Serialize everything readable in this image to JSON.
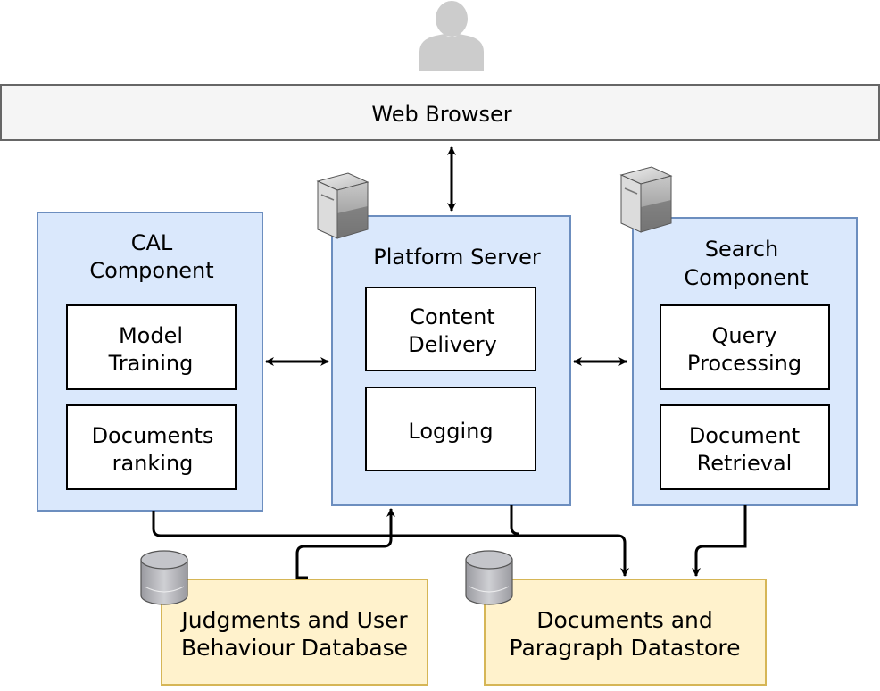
{
  "browser": {
    "label": "Web Browser"
  },
  "cal": {
    "title_line1": "CAL",
    "title_line2": "Component",
    "box1_line1": "Model",
    "box1_line2": "Training",
    "box2_line1": "Documents",
    "box2_line2": "ranking"
  },
  "platform": {
    "title": "Platform Server",
    "box1_line1": "Content",
    "box1_line2": "Delivery",
    "box2_line1": "Logging"
  },
  "search": {
    "title_line1": "Search",
    "title_line2": "Component",
    "box1_line1": "Query",
    "box1_line2": "Processing",
    "box2_line1": "Document",
    "box2_line2": "Retrieval"
  },
  "db_judgments": {
    "line1": "Judgments and User",
    "line2": "Behaviour Database"
  },
  "db_documents": {
    "line1": "Documents and",
    "line2": "Paragraph Datastore"
  },
  "colors": {
    "component_fill": "#dae8fc",
    "component_stroke": "#6c8ebf",
    "database_fill": "#fff2cc",
    "database_stroke": "#d6b656",
    "browser_fill": "#f5f5f5",
    "browser_stroke": "#666666"
  }
}
